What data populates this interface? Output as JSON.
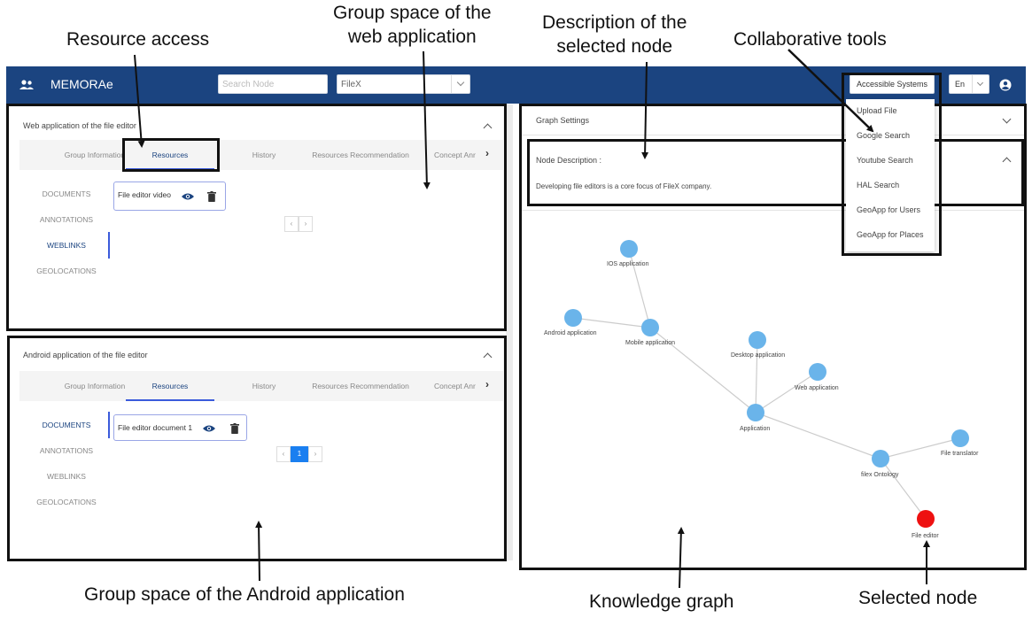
{
  "callouts": {
    "resource_access": "Resource access",
    "group_space_web_line1": "Group space of the",
    "group_space_web_line2": "web application",
    "description_line1": "Description of the",
    "description_line2": "selected node",
    "collaborative_tools": "Collaborative  tools",
    "group_space_android": "Group space of the Android application",
    "knowledge_graph": "Knowledge graph",
    "selected_node": "Selected node"
  },
  "appbar": {
    "brand": "MEMORAe",
    "search_placeholder": "Search Node",
    "select_value": "FileX",
    "accessible_systems": "Accessible Systems",
    "language": "En",
    "color": "#1b4480"
  },
  "group_web": {
    "title": "Web application of the file editor",
    "tabs": [
      "Group Information",
      "Resources",
      "History",
      "Resources Recommendation",
      "Concept Anr"
    ],
    "active_tab": 1,
    "sidebar": [
      "DOCUMENTS",
      "ANNOTATIONS",
      "WEBLINKS",
      "GEOLOCATIONS"
    ],
    "active_side": 2,
    "resource": "File editor video"
  },
  "group_android": {
    "title": "Android application of the file editor",
    "tabs": [
      "Group Information",
      "Resources",
      "History",
      "Resources Recommendation",
      "Concept Anr"
    ],
    "active_tab": 1,
    "sidebar": [
      "DOCUMENTS",
      "ANNOTATIONS",
      "WEBLINKS",
      "GEOLOCATIONS"
    ],
    "active_side": 0,
    "resource": "File editor document 1",
    "page": "1"
  },
  "right_panel": {
    "graph_settings": "Graph Settings",
    "node_description_title": "Node Description :",
    "node_description_text": "Developing file editors is a core focus of FileX company."
  },
  "collab_tools": [
    "Upload File",
    "Google Search",
    "Youtube Search",
    "HAL Search",
    "GeoApp for Users",
    "GeoApp for Places"
  ],
  "graph": {
    "node_color": "#6ab4ea",
    "selected_color": "#ee1111",
    "edge_color": "#cccccc",
    "nodes": [
      {
        "id": "ios",
        "label": "IOS application"
      },
      {
        "id": "android",
        "label": "Android application"
      },
      {
        "id": "mobile",
        "label": "Mobile application"
      },
      {
        "id": "desktop",
        "label": "Desktop application"
      },
      {
        "id": "web",
        "label": "Web application"
      },
      {
        "id": "application",
        "label": "Application"
      },
      {
        "id": "ontology",
        "label": "filex Ontology"
      },
      {
        "id": "translator",
        "label": "File translator"
      },
      {
        "id": "editor",
        "label": "File editor",
        "selected": true
      }
    ],
    "edges": [
      [
        "ios",
        "mobile"
      ],
      [
        "android",
        "mobile"
      ],
      [
        "mobile",
        "application"
      ],
      [
        "desktop",
        "application"
      ],
      [
        "web",
        "application"
      ],
      [
        "application",
        "ontology"
      ],
      [
        "ontology",
        "translator"
      ],
      [
        "ontology",
        "editor"
      ]
    ]
  }
}
